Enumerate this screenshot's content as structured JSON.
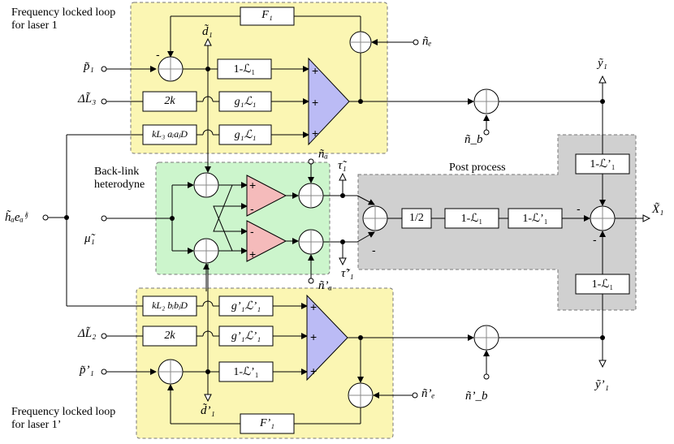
{
  "labels": {
    "fll1_title_a": "Frequency locked loop",
    "fll1_title_b": "for laser 1",
    "fll2_title_a": "Frequency locked loop",
    "fll2_title_b": "for laser 1’",
    "backlink_a": "Back-link",
    "backlink_b": "heterodyne",
    "post_process": "Post process"
  },
  "blocks": {
    "F1": "F₁",
    "F1p": "F’₁",
    "one_minus_L1": "1-ℒ₁",
    "two_k": "2k",
    "g1L1": "g₁ℒ₁",
    "kL3": "kL₃ aᵢaⱼD",
    "kL2": "kL₂ bᵢbⱼD",
    "gp1Lp1": "g’₁ℒ’₁",
    "one_minus_Lp1": "1-ℒ’₁",
    "half": "1/2",
    "pp_L1": "1-ℒ₁",
    "pp_Lp1": "1-ℒ’₁",
    "right_top": "1-ℒ’₁",
    "right_bottom": "1-ℒ₁"
  },
  "signals": {
    "p1": "p̃₁",
    "dL3": "ΔL̃₃",
    "hA": "h̃ₐeₐⁱʲ",
    "mu1": "μ̃₁",
    "dL2": "ΔL̃₂",
    "pp1": "p̃’₁",
    "d1": "d̃₁",
    "dp1": "d̃’₁",
    "ne": "ñₑ",
    "npe": "ñ’ₑ",
    "nb": "ñ_b",
    "npb": "ñ’_b",
    "na": "ñₐ",
    "npa": "ñ’ₐ",
    "tau1": "τ̃₁",
    "taup1": "τ̃’₁",
    "y1": "ỹ₁",
    "yp1": "ỹ’₁",
    "X1": "X̃₁"
  },
  "colors": {
    "fll_fill": "#fbf6b3",
    "backlink_fill": "#ccf5cc",
    "post_fill": "#d0d0d0",
    "blue_amp": "#bbbbf5",
    "red_amp": "#f5bbbb"
  }
}
